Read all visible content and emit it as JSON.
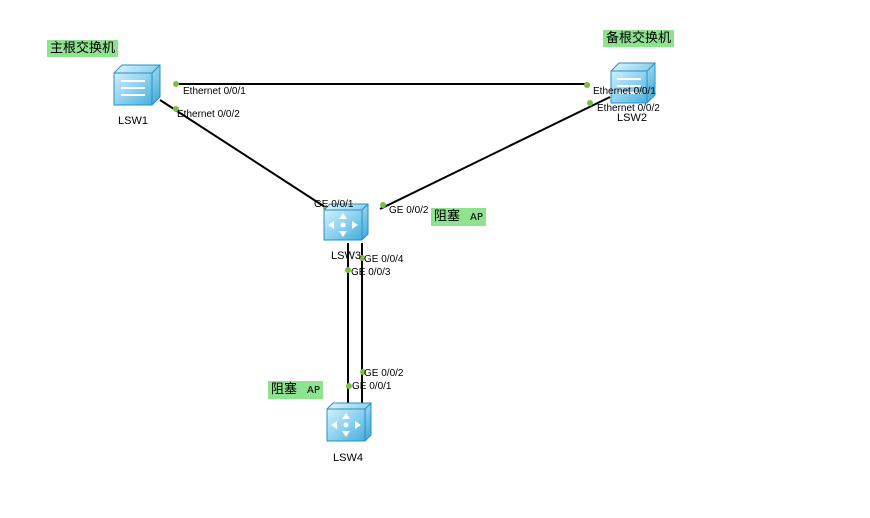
{
  "devices": {
    "lsw1": {
      "name": "LSW1",
      "tag": "主根交换机"
    },
    "lsw2": {
      "name": "LSW2",
      "tag": "备根交换机"
    },
    "lsw3": {
      "name": "LSW3",
      "tag": "阻塞",
      "tag_suffix": "AP"
    },
    "lsw4": {
      "name": "LSW4",
      "tag": "阻塞",
      "tag_suffix": "AP"
    }
  },
  "ports": {
    "lsw1_e1": "Ethernet 0/0/1",
    "lsw1_e2": "Ethernet 0/0/2",
    "lsw2_e1": "Ethernet 0/0/1",
    "lsw2_e2": "Ethernet 0/0/2",
    "lsw3_g1": "GE 0/0/1",
    "lsw3_g2": "GE 0/0/2",
    "lsw3_g3": "GE 0/0/3",
    "lsw3_g4": "GE 0/0/4",
    "lsw4_g1": "GE 0/0/1",
    "lsw4_g2": "GE 0/0/2"
  },
  "colors": {
    "link": "#000000",
    "port_dot": "#7ac142",
    "tag_bg": "#8fe28f",
    "switch_light": "#cdeefb",
    "switch_dark": "#3aa7d8"
  }
}
